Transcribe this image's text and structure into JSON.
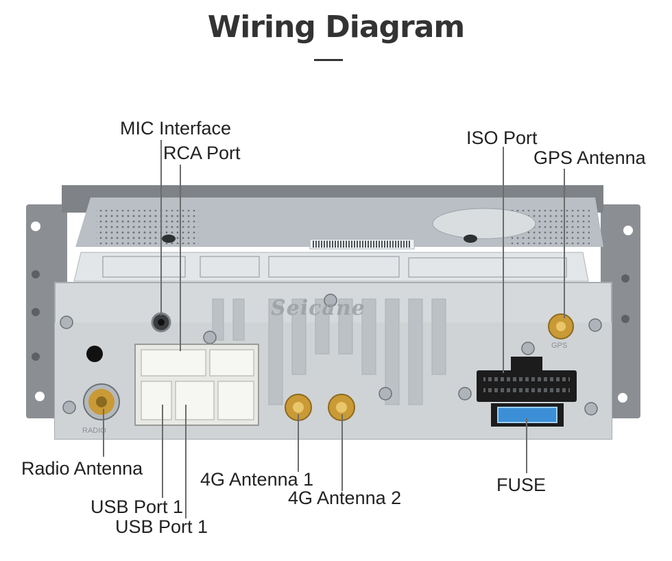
{
  "title": "Wiring Diagram",
  "watermark": "Seicane",
  "silkscreen": {
    "radio": "RADIO",
    "gps": "GPS"
  },
  "labels": {
    "mic": "MIC Interface",
    "rca": "RCA  Port",
    "iso": "ISO Port",
    "gps": "GPS Antenna",
    "radio": "Radio Antenna",
    "antenna4g1": "4G Antenna 1",
    "antenna4g2": "4G Antenna 2",
    "fuse": "FUSE",
    "usb1": "USB Port 1",
    "usb2": "USB Port 1"
  },
  "colors": {
    "chassis": "#c9cdd0",
    "panel": "#d8dbdd",
    "connector_white": "#f1f1ee",
    "connector_black": "#1c1c1c",
    "fuse_blue": "#3c8fd6",
    "antenna_gold": "#c99a35",
    "leader_line": "#6b6b6b"
  }
}
